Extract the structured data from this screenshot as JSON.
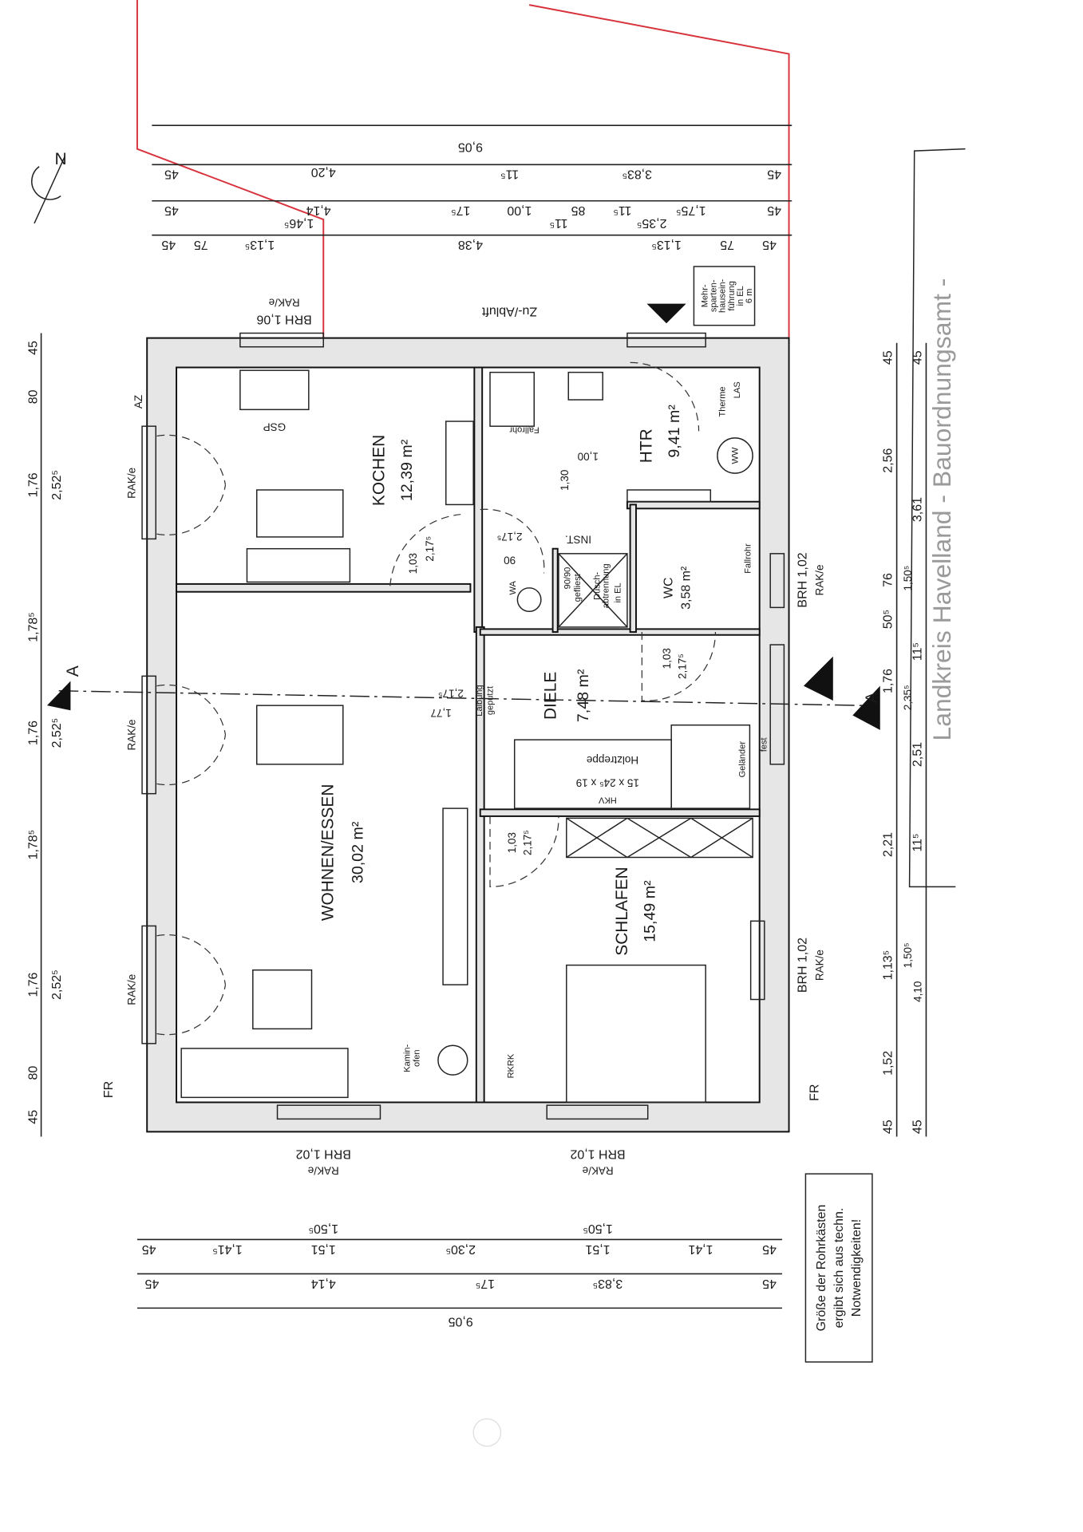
{
  "plan": {
    "rooms": {
      "kochen": {
        "name": "KOCHEN",
        "area": "12,39 m²"
      },
      "wohnen": {
        "name": "WOHNEN/ESSEN",
        "area": "30,02 m²"
      },
      "diele": {
        "name": "DIELE",
        "area": "7,48 m²"
      },
      "schlafen": {
        "name": "SCHLAFEN",
        "area": "15,49 m²"
      },
      "htr": {
        "name": "HTR",
        "area": "9,41 m²"
      },
      "wc": {
        "name": "WC",
        "area": "3,58 m²"
      }
    },
    "dims_top": {
      "l1": [
        "9,05"
      ],
      "l2": [
        "45",
        "4,20",
        "11⁵",
        "3,83⁵",
        "45"
      ],
      "l3": [
        "45",
        "4,14",
        "17⁵",
        "1,00",
        "85",
        "11⁵",
        "1,75⁵",
        "45"
      ],
      "l4": [
        "45",
        "75",
        "1,13⁵",
        "1,46⁵",
        "4,38",
        "11⁵",
        "2,35⁵",
        "1,13⁵",
        "75",
        "45"
      ]
    },
    "dims_left": [
      "45",
      "80",
      "1,76",
      "2,52⁵",
      "1,78⁵",
      "1,76",
      "2,52⁵",
      "1,78⁵",
      "1,76",
      "2,52⁵",
      "80",
      "45"
    ],
    "dims_right": {
      "l1": [
        "45",
        "2,56",
        "76",
        "50⁵",
        "1,76",
        "2,21",
        "1,13⁵",
        "1,52",
        "45"
      ],
      "l1b": [
        "1,50⁵",
        "2,35⁵",
        "1,50⁵",
        "4,10"
      ],
      "l2": [
        "45",
        "3,61",
        "11⁵",
        "2,51",
        "11⁵",
        "45"
      ]
    },
    "dims_bottom": {
      "l1": [
        "45",
        "1,41⁵",
        "1,51",
        "1,50⁵",
        "2,30⁵",
        "1,51",
        "1,50⁵",
        "1,41",
        "45"
      ],
      "l2": [
        "45",
        "4,14",
        "17⁵",
        "3,83⁵",
        "45"
      ],
      "l3": [
        "9,05"
      ]
    },
    "windows": {
      "top_brh": "BRH 1,06",
      "top_rak": "RAK/e",
      "bottom1_brh": "BRH 1,02",
      "bottom1_rak": "RAK/e",
      "bottom2_brh": "BRH 1,02",
      "bottom2_rak": "RAK/e",
      "right1_brh": "BRH 1,02",
      "right1_rak": "RAK/e",
      "right2_brh": "BRH 1,02",
      "right2_rak": "RAK/e",
      "left": [
        "RAK/e",
        "RAK/e",
        "RAK/e"
      ]
    },
    "doors": {
      "d1a": "1,03",
      "d1b": "2,17⁵",
      "d2a": "1,03",
      "d2b": "2,17⁵",
      "d3a": "1,03",
      "d3b": "2,17⁵",
      "opening_a": "1,77",
      "opening_b": "2,17⁵",
      "htr_a": "90",
      "htr_b": "2,17⁵"
    },
    "labels": {
      "az": "AZ",
      "fr_left": "FR",
      "fr_right": "FR",
      "section_left": "A",
      "section_right": "A",
      "zuabluft": "Zu-/Abluft",
      "gsp": "GSP",
      "fallrohr1": "Fallrohr",
      "fallrohr2": "Fallrohr",
      "inst": "INST.",
      "h130": "1,30",
      "w100": "1,00",
      "therme": "Therme",
      "las": "LAS",
      "ww": "WW",
      "wa": "WA",
      "shower1": "90/90",
      "shower2": "gefliest",
      "shower3": "Dusch-",
      "shower4": "abtrennung",
      "shower5": "in EL",
      "laibung1": "Laibung",
      "laibung2": "geputzt",
      "treppe": "Holztreppe",
      "treppe_dim": "15 x 24⁵ x 19",
      "hkv": "HKV",
      "gelaender": "Geländer",
      "fest": "fest",
      "kamin1": "Kamin-",
      "kamin2": "ofen",
      "rkrk": "RKRK",
      "mehr": [
        "Mehr-",
        "sparten-",
        "hausein-",
        "führung",
        "in EL",
        "6 m"
      ]
    },
    "note": [
      "Größe der Rohrkästen",
      "ergibt sich aus techn.",
      "Notwendigkeiten!"
    ],
    "stamp": "Landkreis Havelland - Bauordnungsamt -",
    "compass": "N"
  }
}
